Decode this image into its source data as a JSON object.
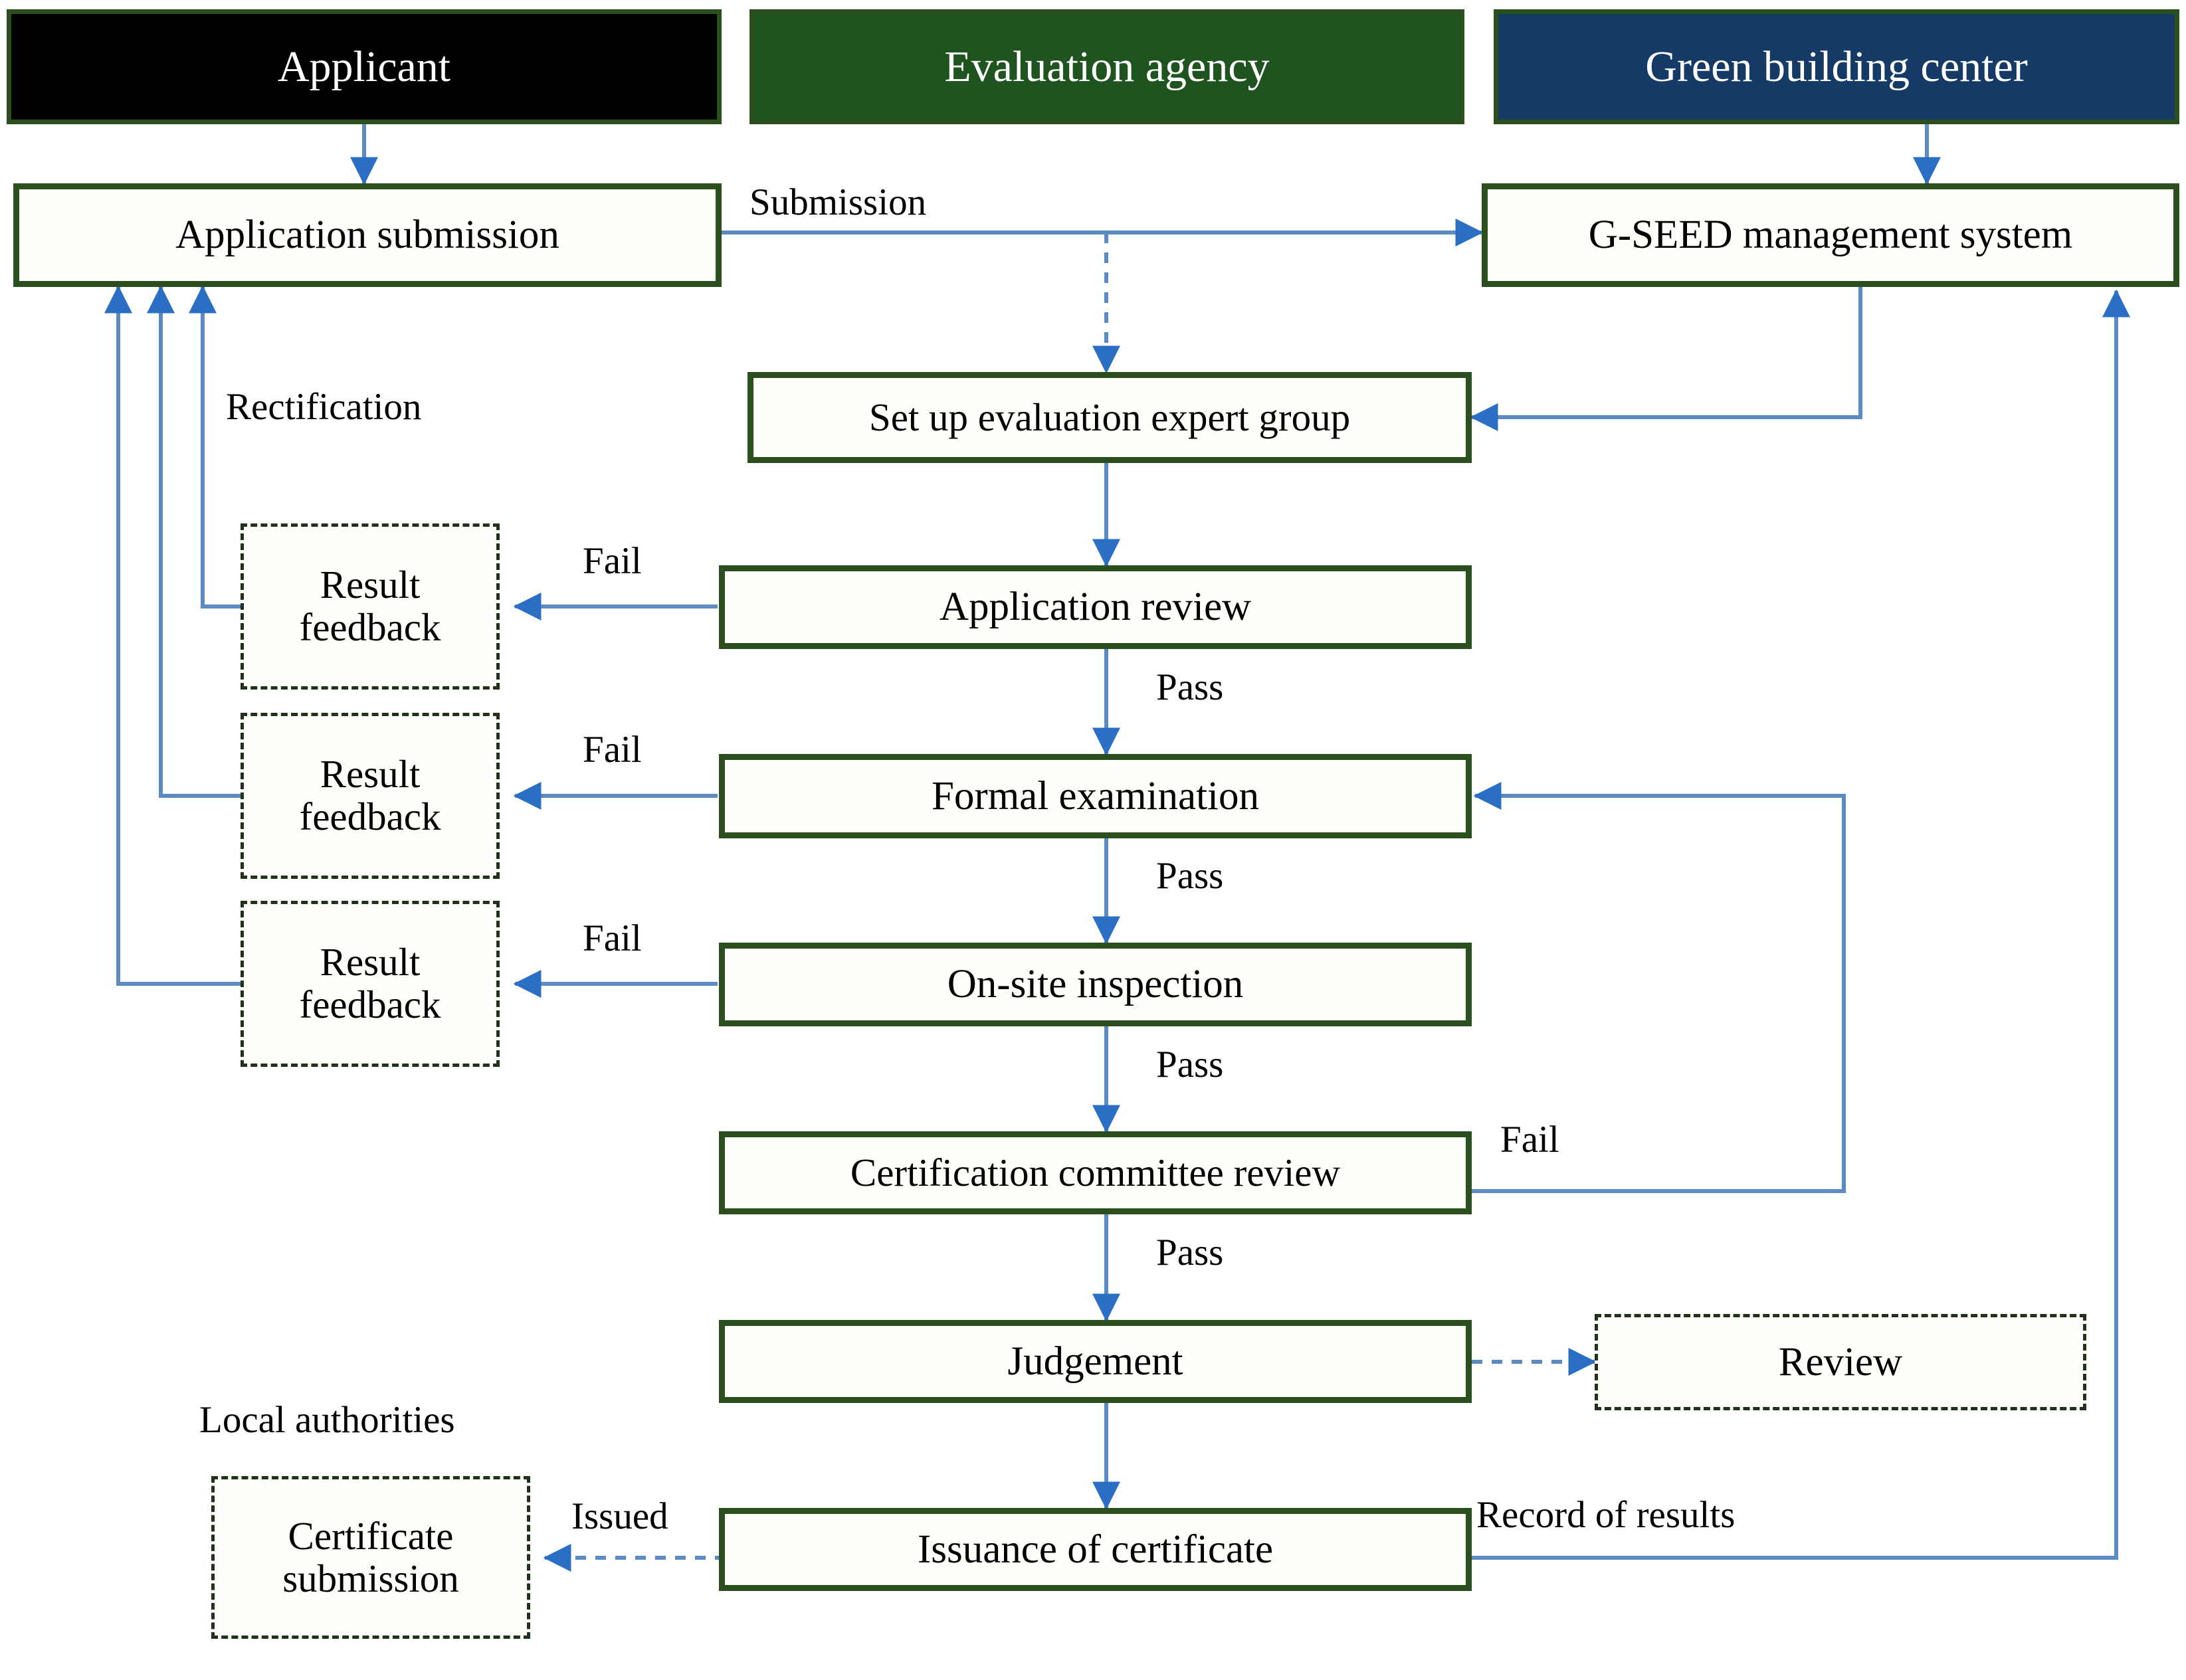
{
  "diagram": {
    "title": "G-SEED green building certification process flowchart",
    "colors": {
      "swimlane_applicant_fill": "#000000",
      "swimlane_evaluation_fill": "#1f5420",
      "swimlane_center_fill": "#163a66",
      "box_border_green": "#2c4f1e",
      "box_fill": "#fefffb",
      "arrow_blue": "#4a7ebb",
      "dashed_border": "#22311a"
    }
  },
  "swimlanes": [
    {
      "id": "applicant",
      "label": "Applicant"
    },
    {
      "id": "evaluation",
      "label": "Evaluation agency"
    },
    {
      "id": "center",
      "label": "Green building center"
    }
  ],
  "nodes": {
    "application_submission": {
      "label": "Application  submission",
      "style": "solid"
    },
    "gseed_system": {
      "label": "G-SEED management  system",
      "style": "solid"
    },
    "setup_expert_group": {
      "label": "Set up evaluation expert group",
      "style": "solid"
    },
    "application_review": {
      "label": "Application  review",
      "style": "solid"
    },
    "formal_examination": {
      "label": "Formal examination",
      "style": "solid"
    },
    "onsite_inspection": {
      "label": "On-site inspection",
      "style": "solid"
    },
    "certification_committee": {
      "label": "Certification committee review",
      "style": "solid"
    },
    "judgement": {
      "label": "Judgement",
      "style": "solid"
    },
    "issuance_certificate": {
      "label": "Issuance of certificate",
      "style": "solid"
    },
    "result_feedback_1": {
      "label": "Result\nfeedback",
      "style": "dashed"
    },
    "result_feedback_2": {
      "label": "Result\nfeedback",
      "style": "dashed"
    },
    "result_feedback_3": {
      "label": "Result\nfeedback",
      "style": "dashed"
    },
    "review": {
      "label": "Review",
      "style": "dashed"
    },
    "certificate_submission": {
      "label": "Certificate\nsubmission",
      "style": "dashed"
    }
  },
  "edge_labels": {
    "submission": "Submission",
    "rectification": "Rectification",
    "fail_1": "Fail",
    "fail_2": "Fail",
    "fail_3": "Fail",
    "fail_committee": "Fail",
    "pass_1": "Pass",
    "pass_2": "Pass",
    "pass_3": "Pass",
    "pass_4": "Pass",
    "issued": "Issued",
    "record_of_results": "Record of results"
  },
  "annotations": {
    "local_authorities": "Local authorities"
  }
}
